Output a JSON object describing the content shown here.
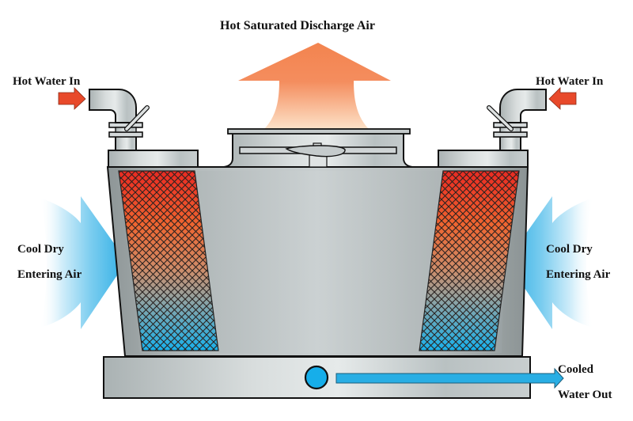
{
  "diagram": {
    "title": "Hot Saturated Discharge Air",
    "labels": {
      "hot_water_in_left": "Hot Water In",
      "hot_water_in_right": "Hot Water In",
      "cool_air_left_line1": "Cool Dry",
      "cool_air_left_line2": "Entering Air",
      "cool_air_right_line1": "Cool Dry",
      "cool_air_right_line2": "Entering Air",
      "cooled_water_line1": "Cooled",
      "cooled_water_line2": "Water Out"
    },
    "components": [
      "discharge-air-arrow",
      "fan-stack",
      "fan-blade",
      "hot-water-inlet-pipe-left",
      "hot-water-inlet-pipe-right",
      "fill-media-left",
      "fill-media-right",
      "tower-casing",
      "cold-water-basin",
      "cooled-water-outlet"
    ],
    "colors": {
      "hot_arrow": "#f4875a",
      "inlet_arrow": "#e8492a",
      "cool_air": "#39b3e6",
      "water_out": "#29aee4",
      "fill_hot": "#ec2b23",
      "fill_mid": "#ee6d35",
      "fill_cool": "#19b2ea",
      "metal": "#c9d0d1",
      "outline": "#111111"
    }
  }
}
